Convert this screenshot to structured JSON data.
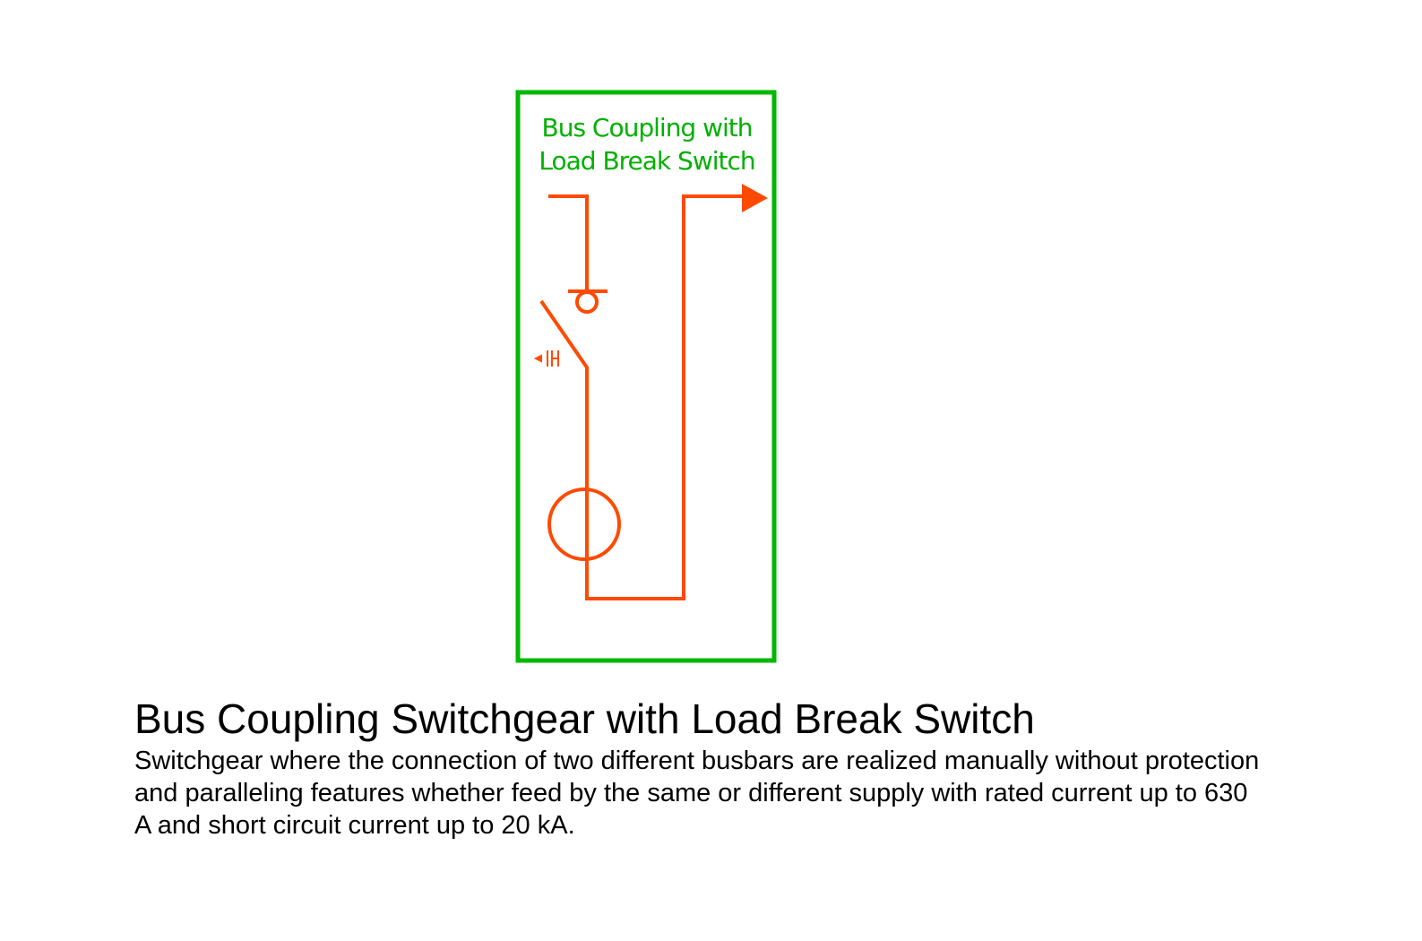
{
  "diagram": {
    "box_label_line1": "Bus Coupling with",
    "box_label_line2": "Load Break Switch",
    "colors": {
      "frame": "#00b800",
      "circuit": "#ff4a00",
      "label": "#00b000"
    }
  },
  "title": "Bus Coupling Switchgear with Load Break Switch",
  "description": "Switchgear where the connection of two different busbars are realized manually without protection and paralleling features whether feed by the same or different supply with rated current up to 630 A and short circuit current up to 20 kA."
}
